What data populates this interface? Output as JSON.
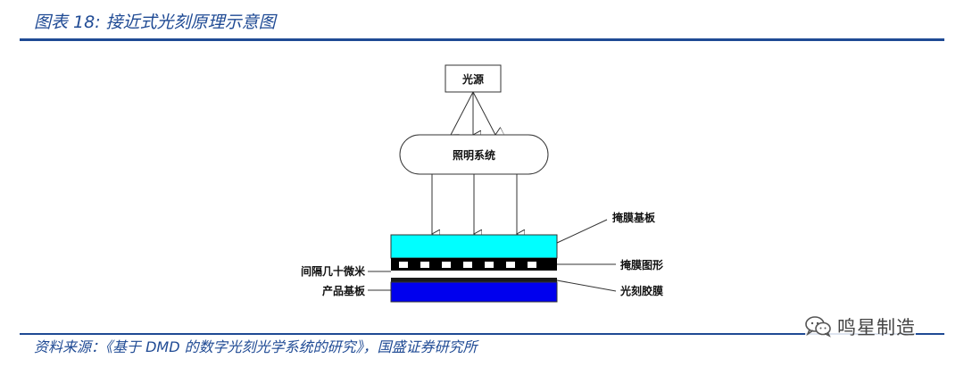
{
  "figure": {
    "title": "图表 18:  接近式光刻原理示意图",
    "source": "资料来源：《基于 DMD 的数字光刻光学系统的研究》，国盛证券研究所"
  },
  "diagram": {
    "light_source": "光源",
    "illumination_system": "照明系统",
    "mask_substrate": "掩膜基板",
    "mask_pattern": "掩膜图形",
    "gap": "间隔几十微米",
    "product_substrate": "产品基板",
    "photoresist": "光刻胶膜"
  },
  "colors": {
    "brand_blue": "#1f4a94",
    "mask_substrate_fill": "#00ffff",
    "product_substrate_fill": "#0000ee"
  },
  "watermark": {
    "text": "鸣星制造",
    "icon": "wechat-icon"
  }
}
